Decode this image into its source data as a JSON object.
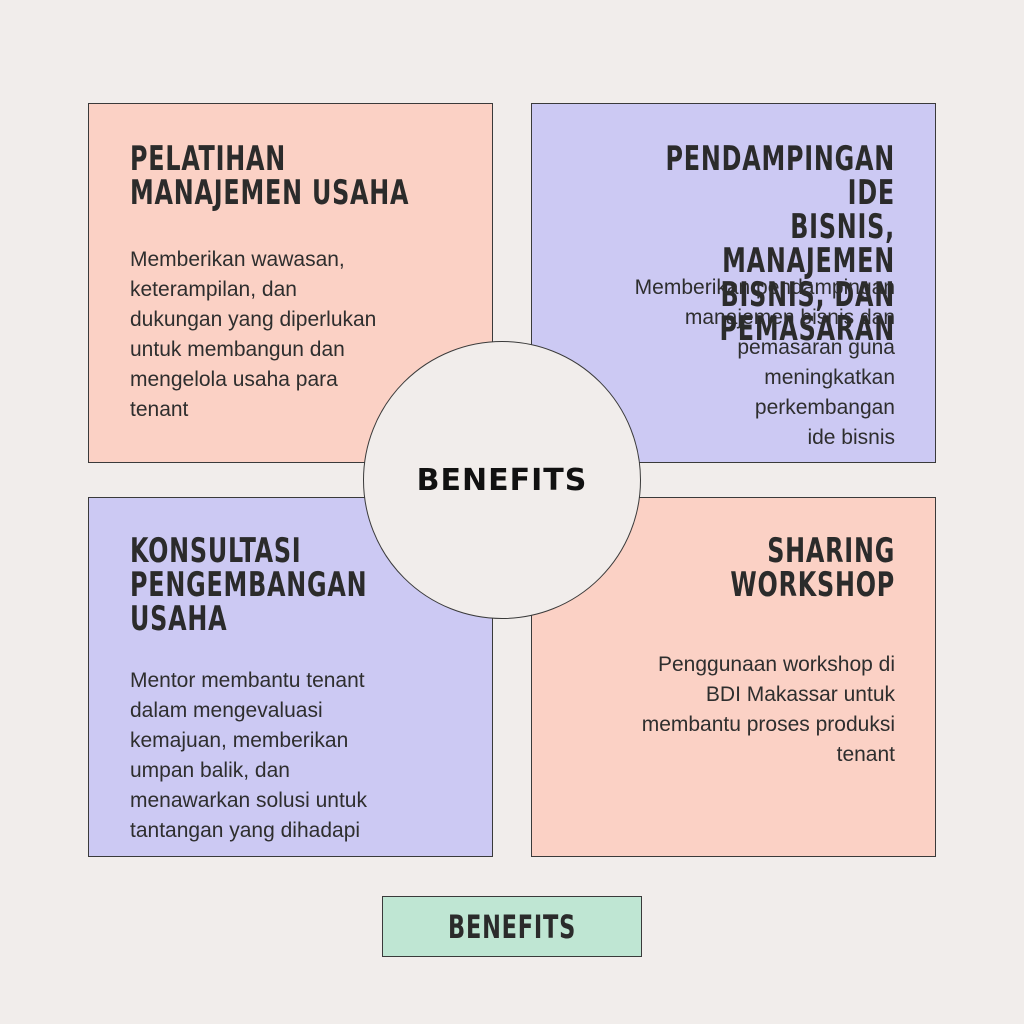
{
  "colors": {
    "background": "#f1edeb",
    "peach": "#fbd1c5",
    "lilac": "#ccc9f3",
    "mint": "#bfe6d3"
  },
  "center": {
    "label": "BENEFITS"
  },
  "cards": {
    "top_left": {
      "title": "PELATIHAN\nMANAJEMEN USAHA",
      "text": "Memberikan wawasan,\nketerampilan, dan\ndukungan yang diperlukan\nuntuk membangun dan\nmengelola usaha para\ntenant"
    },
    "top_right": {
      "title": "PENDAMPINGAN IDE\nBISNIS, MANAJEMEN\nBISNIS,  DAN PEMASARAN ",
      "text": "Memberikan pendampingan\nmanajemen bisnis dan\npemasaran guna\nmeningkatkan\nperkembangan\nide bisnis  "
    },
    "bottom_left": {
      "title": "KONSULTASI\nPENGEMBANGAN\nUSAHA",
      "text": "Mentor membantu tenant\ndalam mengevaluasi\nkemajuan, memberikan\numpan balik, dan\nmenawarkan solusi untuk\ntantangan yang dihadapi"
    },
    "bottom_right": {
      "title": "SHARING\nWORKSHOP",
      "text": "Penggunaan workshop di\nBDI Makassar untuk\nmembantu proses  produksi\ntenant  "
    }
  },
  "footer": {
    "label": "BENEFITS"
  }
}
